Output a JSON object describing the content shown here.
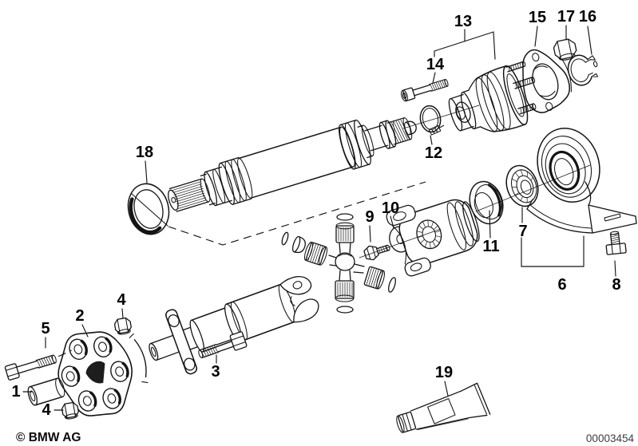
{
  "page": {
    "background": "#ffffff",
    "line_color": "#141414"
  },
  "callouts": {
    "c13": "13",
    "c14": "14",
    "c15": "15",
    "c17": "17",
    "c16": "16",
    "c12": "12",
    "c18": "18",
    "c9": "9",
    "c10": "10",
    "c11": "11",
    "c7": "7",
    "c6": "6",
    "c8": "8",
    "c2": "2",
    "c4a": "4",
    "c5": "5",
    "c1": "1",
    "c4b": "4",
    "c3": "3",
    "c19": "19"
  },
  "footer": {
    "copyright": "© BMW AG",
    "document_number": "00003454"
  }
}
